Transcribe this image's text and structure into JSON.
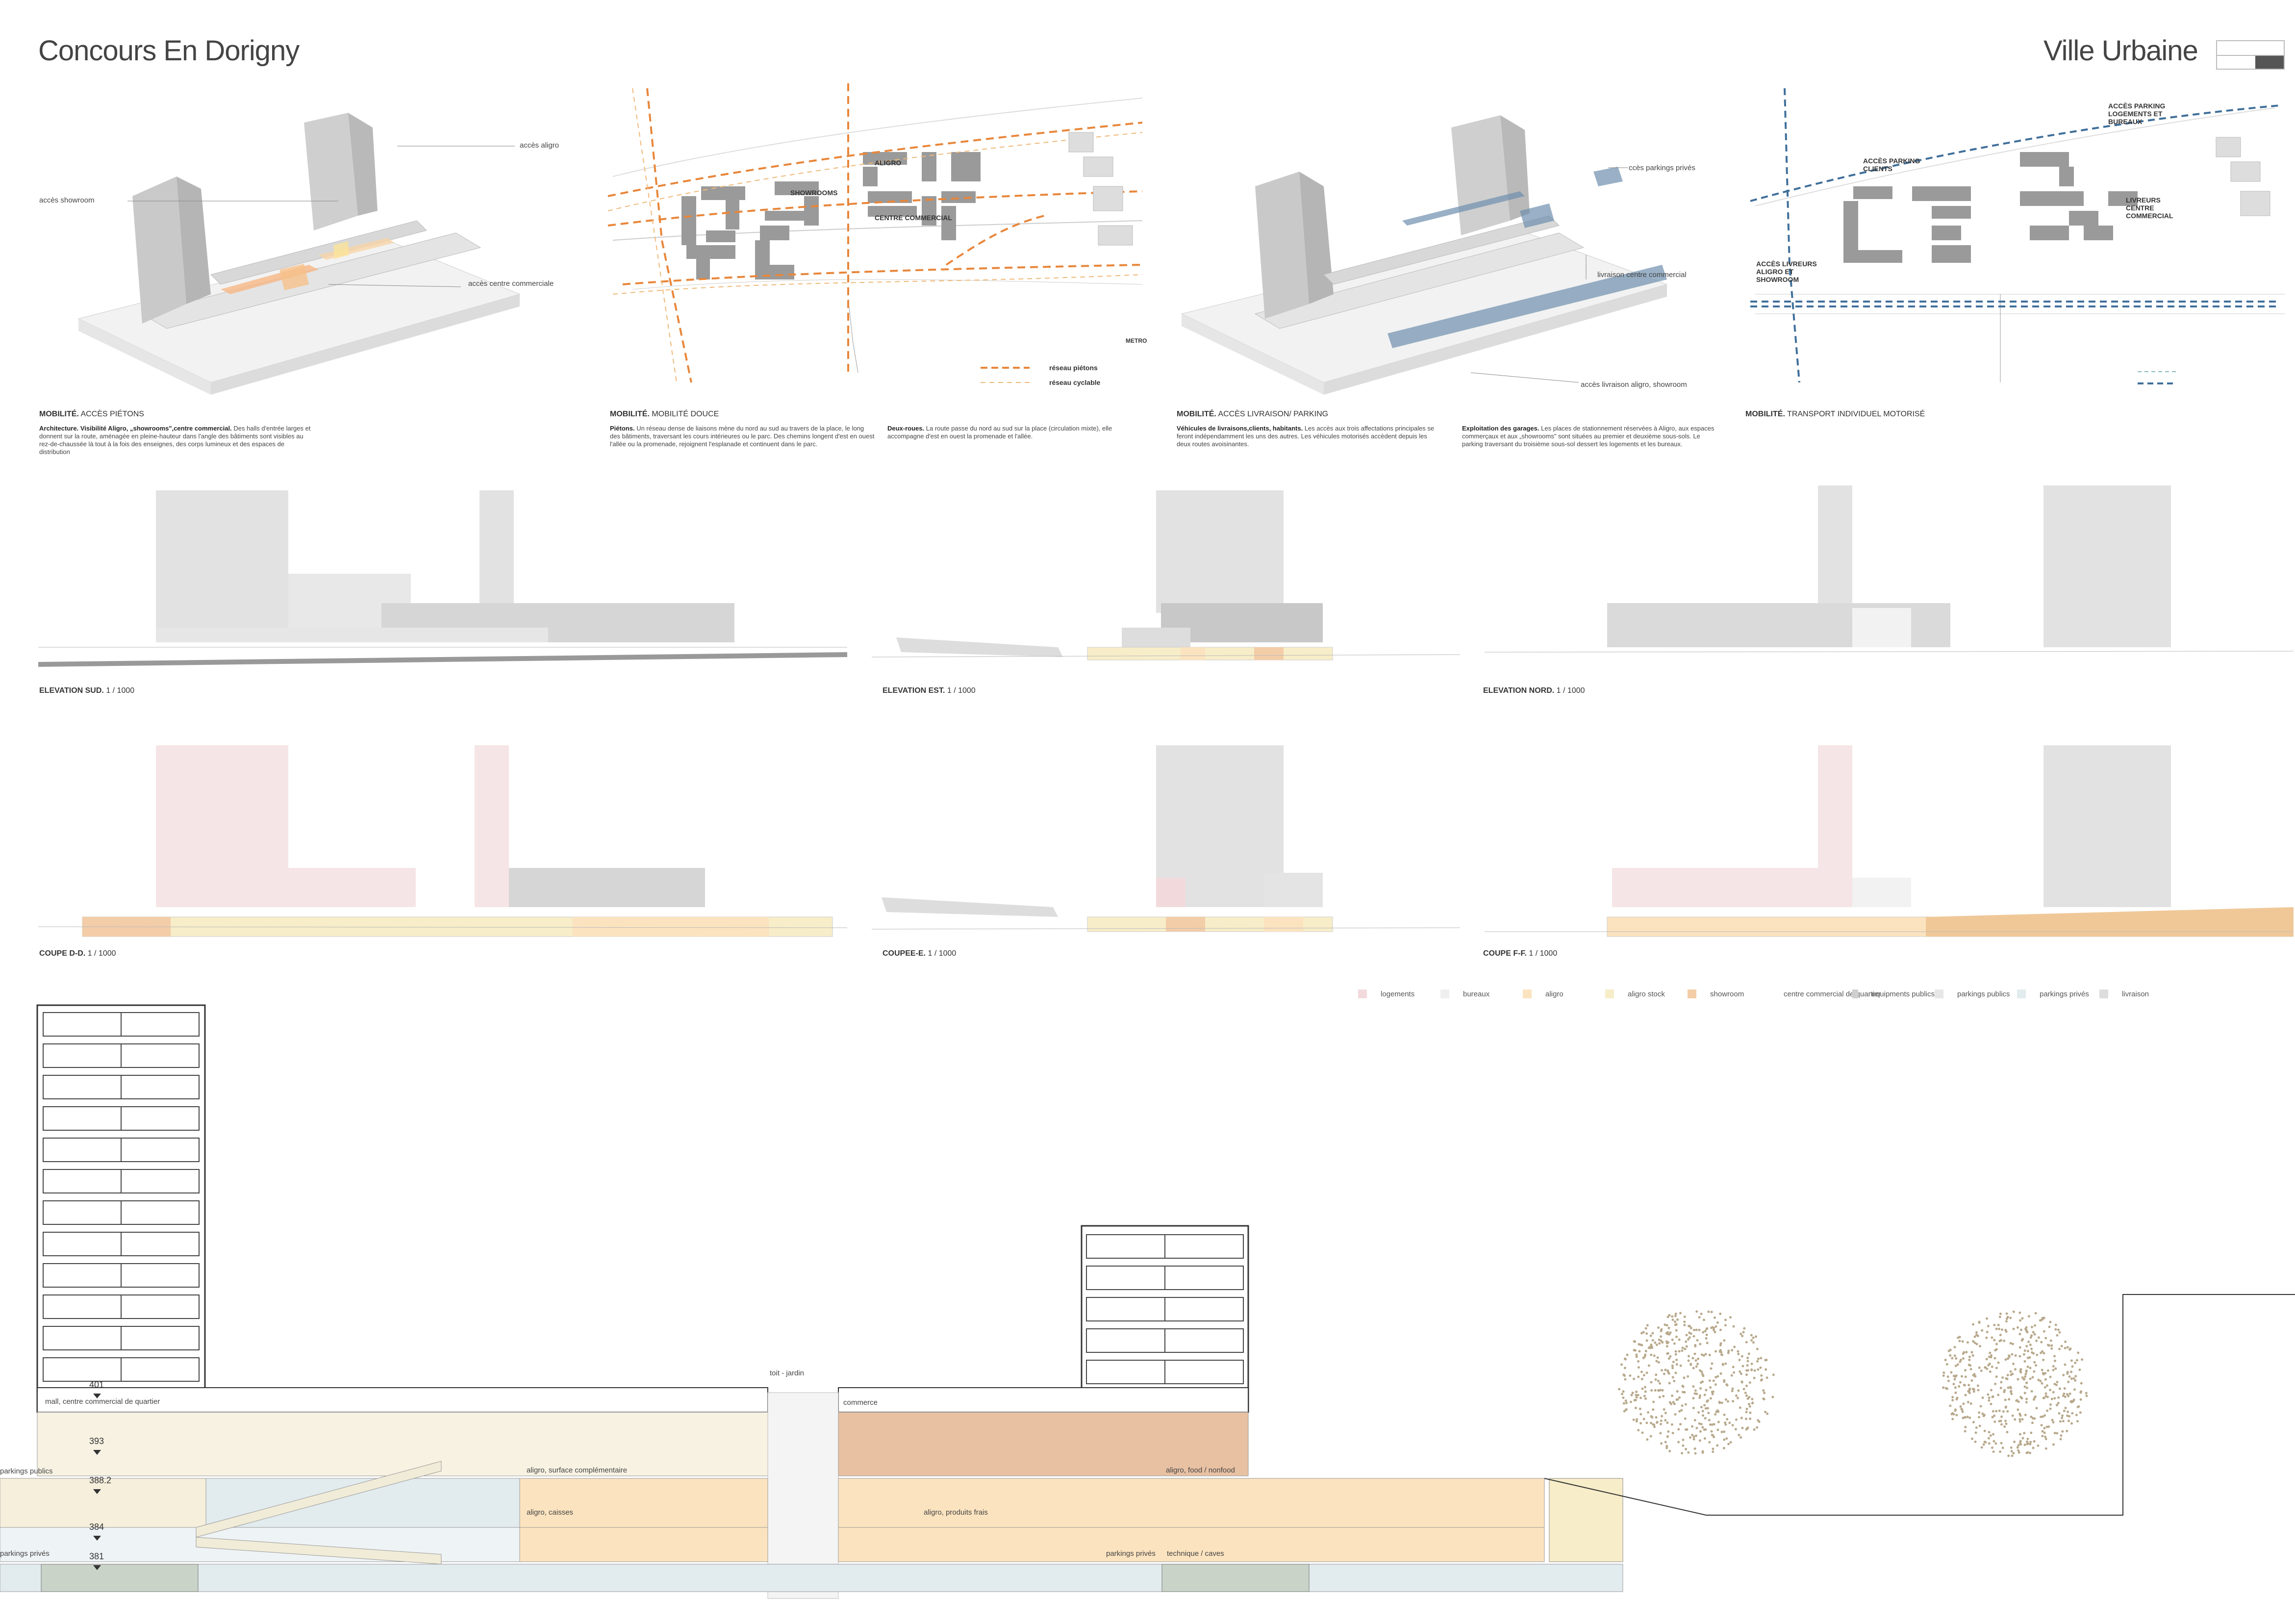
{
  "header": {
    "title_left": "Concours En Dorigny",
    "title_right": "Ville Urbaine"
  },
  "panel1": {
    "labels": [
      "accès aligro",
      "accès showroom",
      "accès centre commerciale"
    ],
    "caption_bold": "MOBILITÉ.",
    "caption": "ACCÈS PIÉTONS",
    "text_bold": "Architecture.",
    "text_bold2": "Visibilité Aligro, „showrooms\",centre commercial.",
    "text": "Des halls d'entrée larges et donnent sur la route, aménagée en pleine-hauteur dans l'angle des bâtiments sont visibles au rez-de-chaussée là tout à la fois des enseignes, des corps lumineux et des espaces de distribution"
  },
  "panel2": {
    "labels": [
      "SHOWROOMS",
      "ALIGRO",
      "CENTRE COMMERCIAL",
      "METRO"
    ],
    "legend": [
      "réseau piétons",
      "réseau cyclable"
    ],
    "caption_bold": "MOBILITÉ.",
    "caption": "MOBILITÉ DOUCE",
    "text1_bold": "Piétons.",
    "text1": "Un réseau dense de liaisons mène du nord au sud au travers de la place, le long des bâtiments, traversant les cours intérieures ou le parc. Des chemins longent d'est en ouest l'allée ou la promenade, rejoignent l'esplanade et continuent dans le parc.",
    "text2_bold": "Deux-roues.",
    "text2": "La route passe du nord au sud sur la place (circulation mixte), elle accompagne d'est en ouest la promenade et l'allée."
  },
  "panel3": {
    "labels": [
      "ccès parkings privés",
      "livraison centre commercial",
      "accès livraison aligro, showroom"
    ],
    "caption_bold": "MOBILITÉ.",
    "caption": "ACCÈS LIVRAISON/  PARKING",
    "text1_bold": "Véhicules de livraisons,clients, habitants.",
    "text1": "Les accès aux trois affectations principales se feront indépendamment les uns des autres. Les véhicules motorisés accèdent depuis les deux routes avoisinantes.",
    "text2_bold": "Exploitation des garages.",
    "text2": "Les places de stationnement réservées à Aligro, aux espaces commerçaux et aux „showrooms\" sont situées au premier et deuxième sous-sols. Le parking traversant du troisième sous-sol dessert les logements et les bureaux."
  },
  "panel4": {
    "labels": [
      "ACCÈS PARKING LOGEMENTS ET BUREAUX",
      "ACCÈS PARKING CLIENTS",
      "LIVREURS CENTRE COMMERCIAL",
      "ACCÈS LIVREURS ALIGRO ET SHOWROOM"
    ],
    "caption_bold": "MOBILITÉ.",
    "caption": "TRANSPORT INDIVIDUEL MOTORISÉ"
  },
  "elevations": [
    {
      "bold": "ELEVATION SUD.",
      "scale": "1 /  1000"
    },
    {
      "bold": "ELEVATION EST.",
      "scale": "1 /  1000"
    },
    {
      "bold": "ELEVATION NORD.",
      "scale": "1 /  1000"
    }
  ],
  "sections": [
    {
      "bold": "COUPE D-D.",
      "scale": "1 /  1000"
    },
    {
      "bold": "COUPEE-E.",
      "scale": "1 /  1000"
    },
    {
      "bold": "COUPE F-F.",
      "scale": "1 /  1000"
    }
  ],
  "legend": [
    {
      "label": "logements",
      "color": "#f2dadc"
    },
    {
      "label": "bureaux",
      "color": "#efefef"
    },
    {
      "label": "aligro",
      "color": "#fbe3bf"
    },
    {
      "label": "aligro stock",
      "color": "#f7edc8"
    },
    {
      "label": "showroom",
      "color": "#f3cda8"
    },
    {
      "label": "centre commercial de quartier",
      "color": "#eec5a7"
    },
    {
      "label": "equipments publics",
      "color": "#cfcfcf"
    },
    {
      "label": "parkings publics",
      "color": "#e7e7e7"
    },
    {
      "label": "parkings privés",
      "color": "#e2ebee"
    },
    {
      "label": "livraison",
      "color": "#dddddd"
    }
  ],
  "big_section": {
    "levels": [
      "401",
      "393",
      "388.2",
      "384",
      "381"
    ],
    "labels": {
      "roof": "toit - jardin",
      "mall": "mall, centre commercial de quartier",
      "commerce": "commerce",
      "parkings_publics": "parkings publics",
      "aligro_surface": "aligro, surface complémentaire",
      "aligro_food": "aligro, food / nonfood",
      "aligro_caisses": "aligro, caisses",
      "aligro_frais": "aligro, produits frais",
      "parkings_prives_left": "parkings privés",
      "parkings_prives_right": "parkings privés",
      "technique": "technique /  caves"
    }
  },
  "colors": {
    "orange": "#e8863a",
    "blue": "#3f6f9a",
    "grey": "#9a9a9a"
  }
}
